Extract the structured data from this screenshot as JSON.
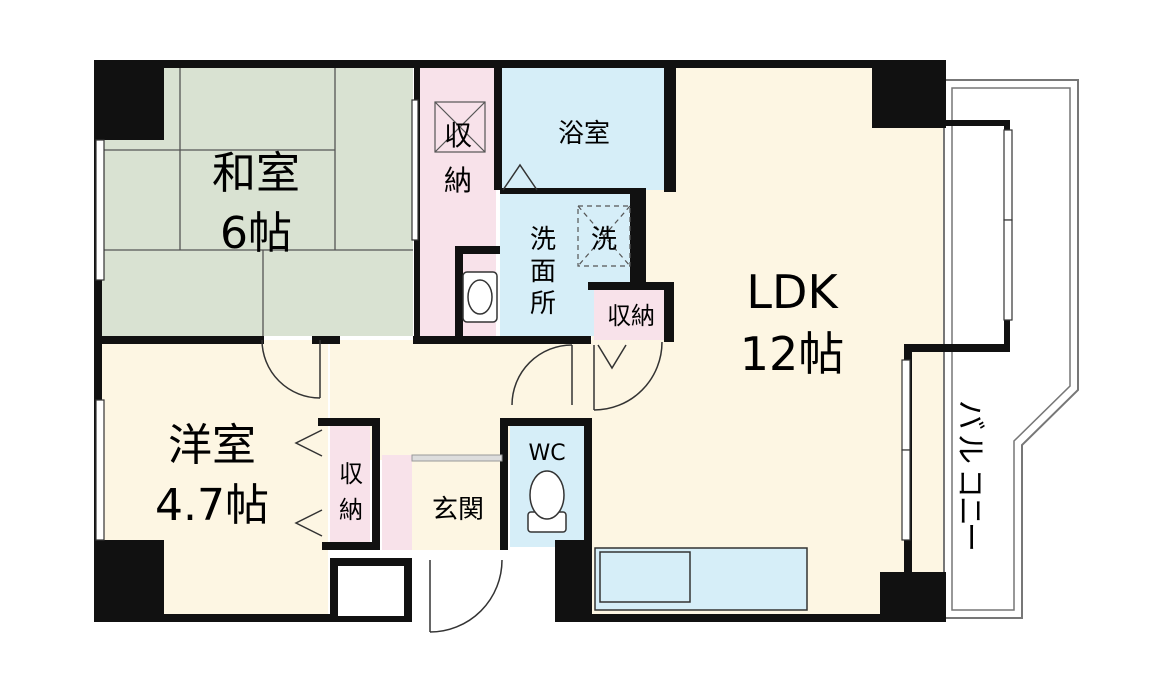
{
  "rooms": {
    "washitsu": {
      "name": "和室",
      "size": "6帖"
    },
    "yoshitsu": {
      "name": "洋室",
      "size": "4.7帖"
    },
    "ldk": {
      "name": "LDK",
      "size": "12帖"
    },
    "bath": {
      "name": "浴室"
    },
    "washroom": {
      "chars": [
        "洗",
        "面",
        "所"
      ]
    },
    "washer": {
      "name": "洗"
    },
    "storage_tatami": {
      "chars": [
        "収",
        "納"
      ]
    },
    "storage_hall": {
      "name": "収納"
    },
    "storage_western": {
      "chars": [
        "収",
        "納"
      ]
    },
    "wc": {
      "name": "WC"
    },
    "entrance": {
      "name": "玄関"
    },
    "balcony": {
      "chars": [
        "バ",
        "ル",
        "コ",
        "ニ",
        "ー"
      ]
    }
  },
  "colors": {
    "wall": "#111111",
    "tatami": "#d9e2d2",
    "floor": "#fdf6e3",
    "storage": "#f8e2ea",
    "wet": "#d6eef8",
    "balcony": "#ffffff",
    "entrance": "#ffffff"
  }
}
